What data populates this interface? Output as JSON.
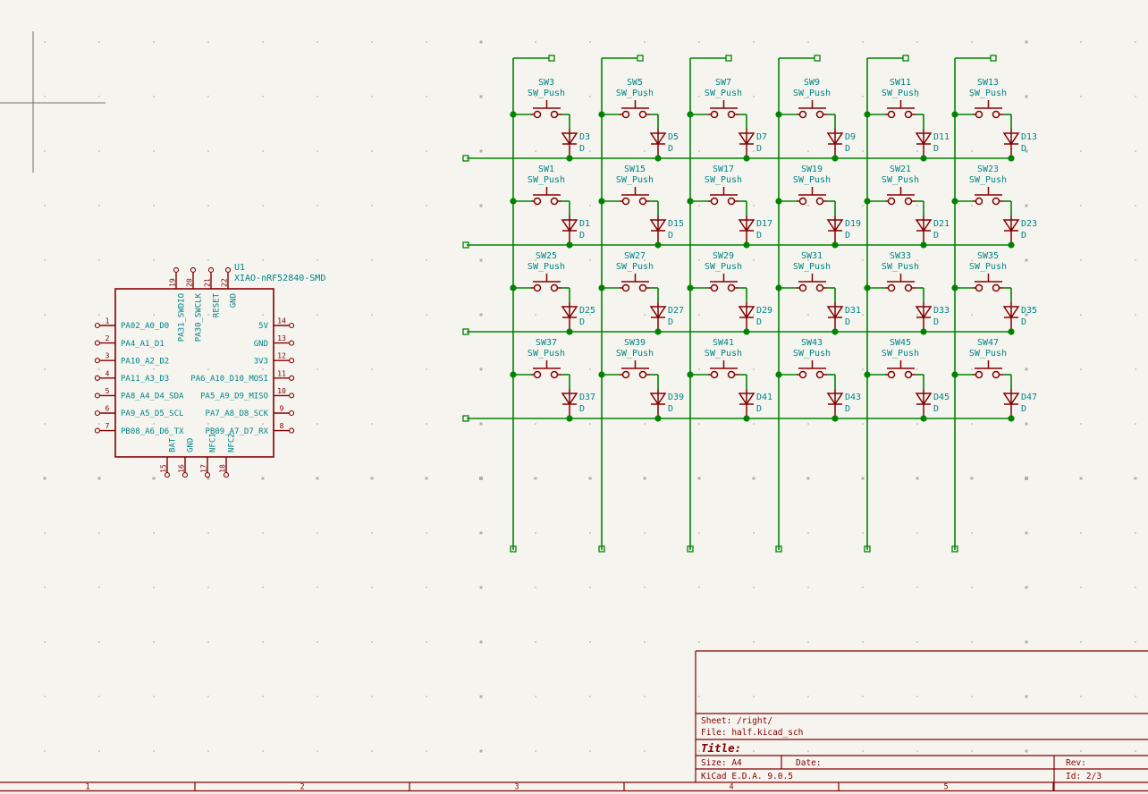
{
  "colors": {
    "background": "#F5F4EF",
    "outside_page": "#EFEFEC",
    "wire": "#008400",
    "symbol": "#840000",
    "label": "#008484",
    "frame": "#840000",
    "grid_minor": "#CFCFC9",
    "grid_major": "#AFAFAA",
    "origin_cross": "#6E6E6E"
  },
  "ic": {
    "reference": "U1",
    "value": "XIAO-nRF52840-SMD",
    "pins_left": [
      {
        "number": "1",
        "name": "PA02_A0_D0"
      },
      {
        "number": "2",
        "name": "PA4_A1_D1"
      },
      {
        "number": "3",
        "name": "PA10_A2_D2"
      },
      {
        "number": "4",
        "name": "PA11_A3_D3"
      },
      {
        "number": "5",
        "name": "PA8_A4_D4_SDA"
      },
      {
        "number": "6",
        "name": "PA9_A5_D5_SCL"
      },
      {
        "number": "7",
        "name": "PB08_A6_D6_TX"
      }
    ],
    "pins_right": [
      {
        "number": "14",
        "name": "5V"
      },
      {
        "number": "13",
        "name": "GND"
      },
      {
        "number": "12",
        "name": "3V3"
      },
      {
        "number": "11",
        "name": "PA6_A10_D10_MOSI"
      },
      {
        "number": "10",
        "name": "PA5_A9_D9_MISO"
      },
      {
        "number": "9",
        "name": "PA7_A8_D8_SCK"
      },
      {
        "number": "8",
        "name": "PB09_A7_D7_RX"
      }
    ],
    "pins_top": [
      {
        "number": "19",
        "name": "PA31_SWDIO"
      },
      {
        "number": "20",
        "name": "PA30_SWCLK"
      },
      {
        "number": "21",
        "name": "RESET"
      },
      {
        "number": "22",
        "name": "GND"
      }
    ],
    "pins_bottom": [
      {
        "number": "15",
        "name": "BAT"
      },
      {
        "number": "16",
        "name": "GND"
      },
      {
        "number": "17",
        "name": "NFC1"
      },
      {
        "number": "18",
        "name": "NFC2"
      }
    ]
  },
  "matrix": {
    "switch_value": "SW_Push",
    "diode_value": "D",
    "rows": [
      {
        "cells": [
          {
            "sw": "SW3",
            "d": "D3"
          },
          {
            "sw": "SW5",
            "d": "D5"
          },
          {
            "sw": "SW7",
            "d": "D7"
          },
          {
            "sw": "SW9",
            "d": "D9"
          },
          {
            "sw": "SW11",
            "d": "D11"
          },
          {
            "sw": "SW13",
            "d": "D13"
          }
        ]
      },
      {
        "cells": [
          {
            "sw": "SW1",
            "d": "D1"
          },
          {
            "sw": "SW15",
            "d": "D15"
          },
          {
            "sw": "SW17",
            "d": "D17"
          },
          {
            "sw": "SW19",
            "d": "D19"
          },
          {
            "sw": "SW21",
            "d": "D21"
          },
          {
            "sw": "SW23",
            "d": "D23"
          }
        ]
      },
      {
        "cells": [
          {
            "sw": "SW25",
            "d": "D25"
          },
          {
            "sw": "SW27",
            "d": "D27"
          },
          {
            "sw": "SW29",
            "d": "D29"
          },
          {
            "sw": "SW31",
            "d": "D31"
          },
          {
            "sw": "SW33",
            "d": "D33"
          },
          {
            "sw": "SW35",
            "d": "D35"
          }
        ]
      },
      {
        "cells": [
          {
            "sw": "SW37",
            "d": "D37"
          },
          {
            "sw": "SW39",
            "d": "D39"
          },
          {
            "sw": "SW41",
            "d": "D41"
          },
          {
            "sw": "SW43",
            "d": "D43"
          },
          {
            "sw": "SW45",
            "d": "D45"
          },
          {
            "sw": "SW47",
            "d": "D47"
          }
        ]
      }
    ]
  },
  "title_block": {
    "sheet": "Sheet: /right/",
    "file": "File: half.kicad_sch",
    "title": "Title:",
    "size": "Size: A4",
    "date": "Date:",
    "rev": "Rev:",
    "generator": "KiCad E.D.A. 9.0.5",
    "id": "Id: 2/3"
  },
  "frame": {
    "column_labels": [
      "1",
      "2",
      "3",
      "4",
      "5"
    ]
  }
}
